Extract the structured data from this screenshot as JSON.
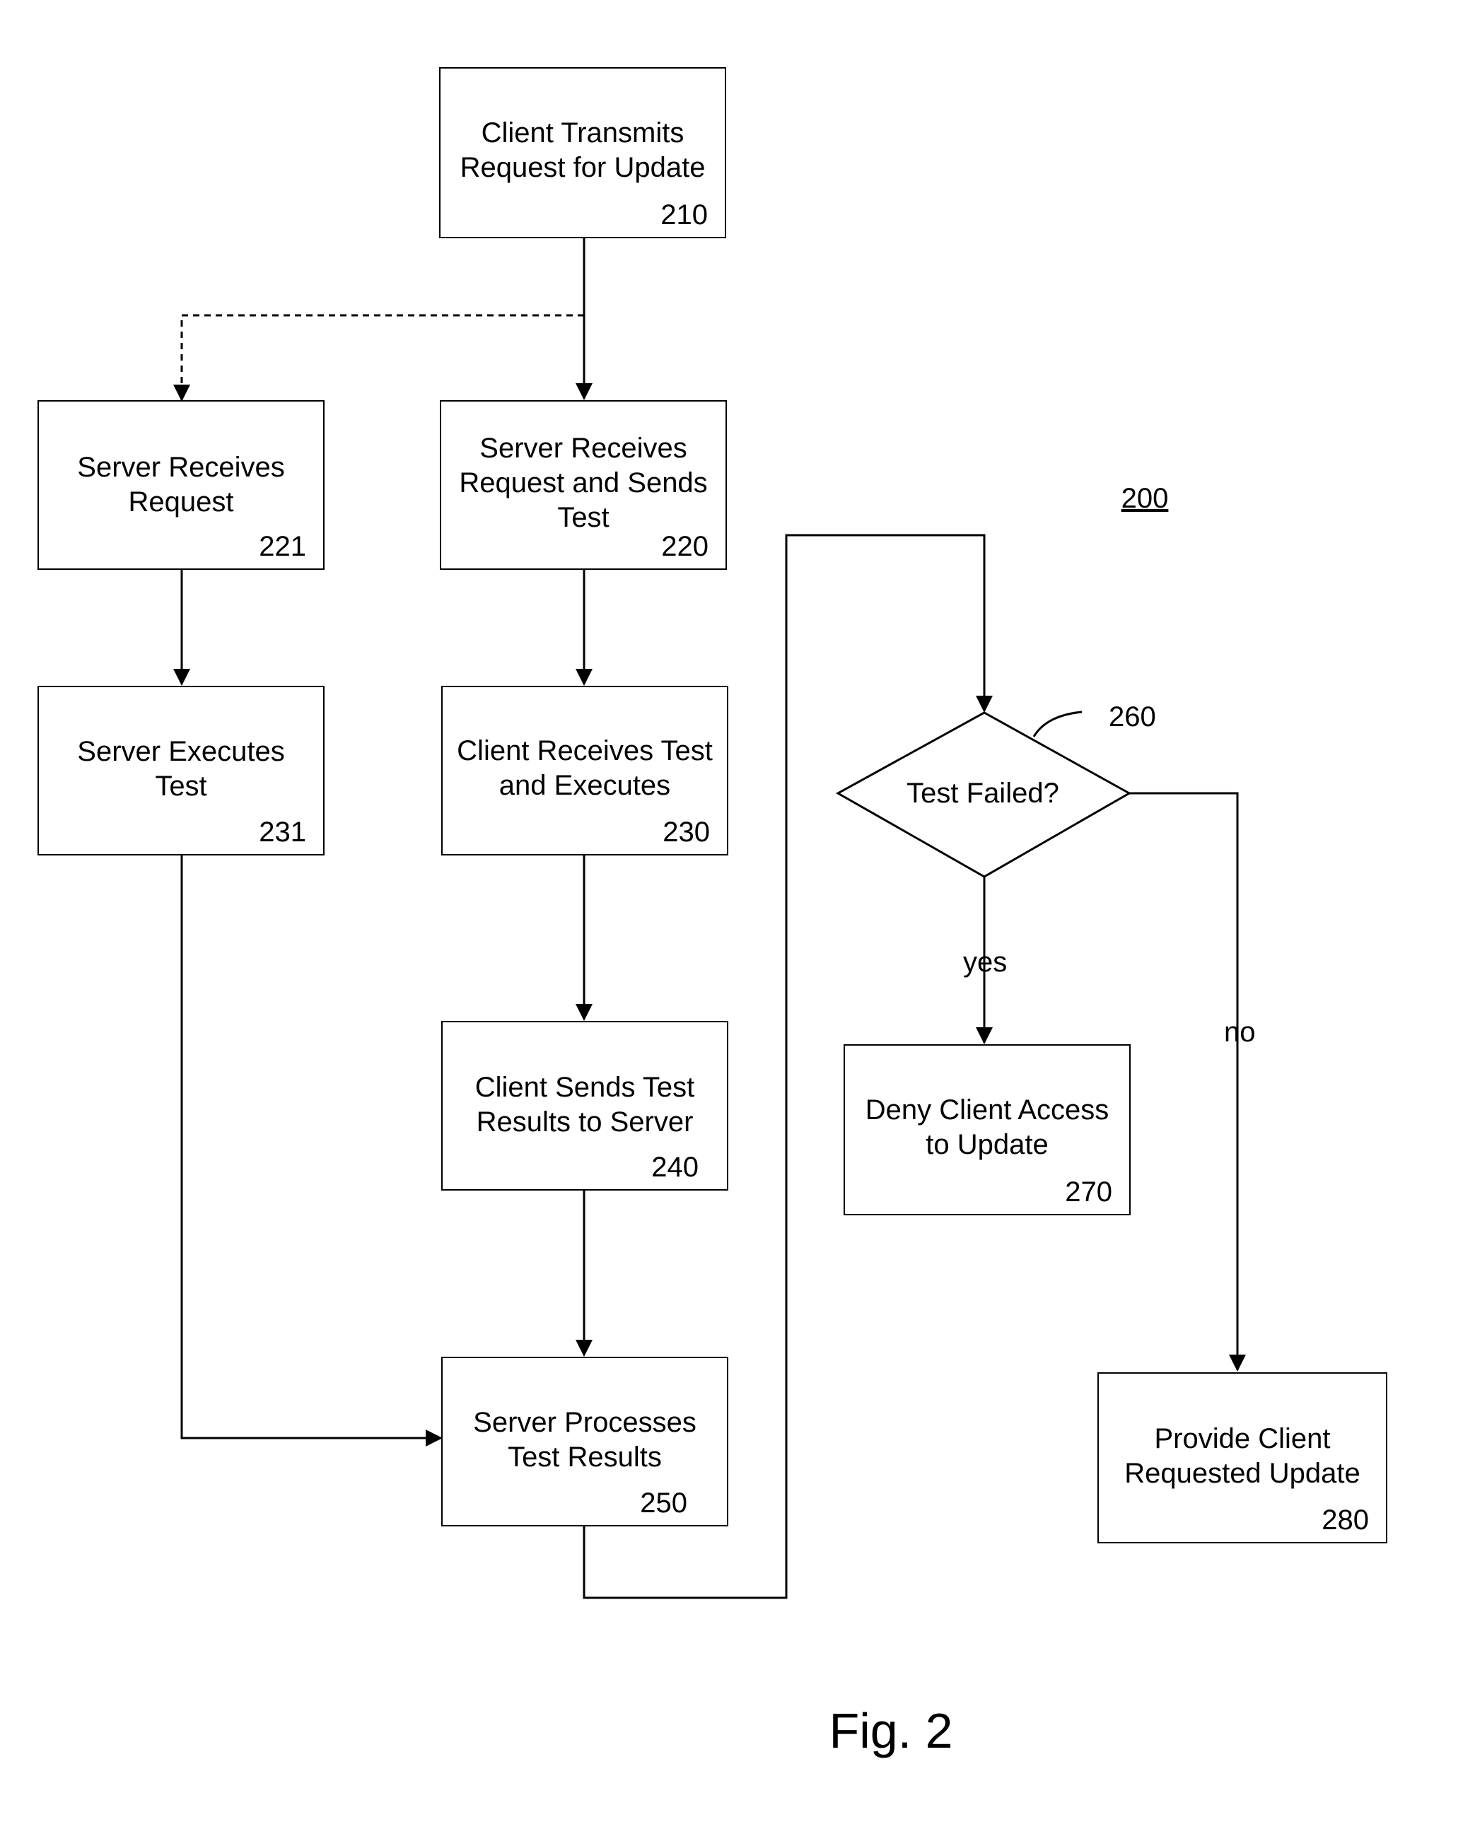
{
  "diagram": {
    "reference": "200",
    "caption": "Fig. 2",
    "nodes": {
      "n210": {
        "lines": [
          "Client Transmits",
          "Request for Update"
        ],
        "number": "210"
      },
      "n220": {
        "lines": [
          "Server Receives",
          "Request and Sends",
          "Test"
        ],
        "number": "220"
      },
      "n221": {
        "lines": [
          "Server Receives",
          "Request"
        ],
        "number": "221"
      },
      "n230": {
        "lines": [
          "Client Receives Test",
          "and Executes"
        ],
        "number": "230"
      },
      "n231": {
        "lines": [
          "Server Executes",
          "Test"
        ],
        "number": "231"
      },
      "n240": {
        "lines": [
          "Client Sends Test",
          "Results to Server"
        ],
        "number": "240"
      },
      "n250": {
        "lines": [
          "Server Processes",
          "Test Results"
        ],
        "number": "250"
      },
      "n260": {
        "text": "Test Failed?",
        "number": "260"
      },
      "n270": {
        "lines": [
          "Deny Client Access",
          "to Update"
        ],
        "number": "270"
      },
      "n280": {
        "lines": [
          "Provide Client",
          "Requested Update"
        ],
        "number": "280"
      }
    },
    "edge_labels": {
      "yes": "yes",
      "no": "no"
    }
  }
}
